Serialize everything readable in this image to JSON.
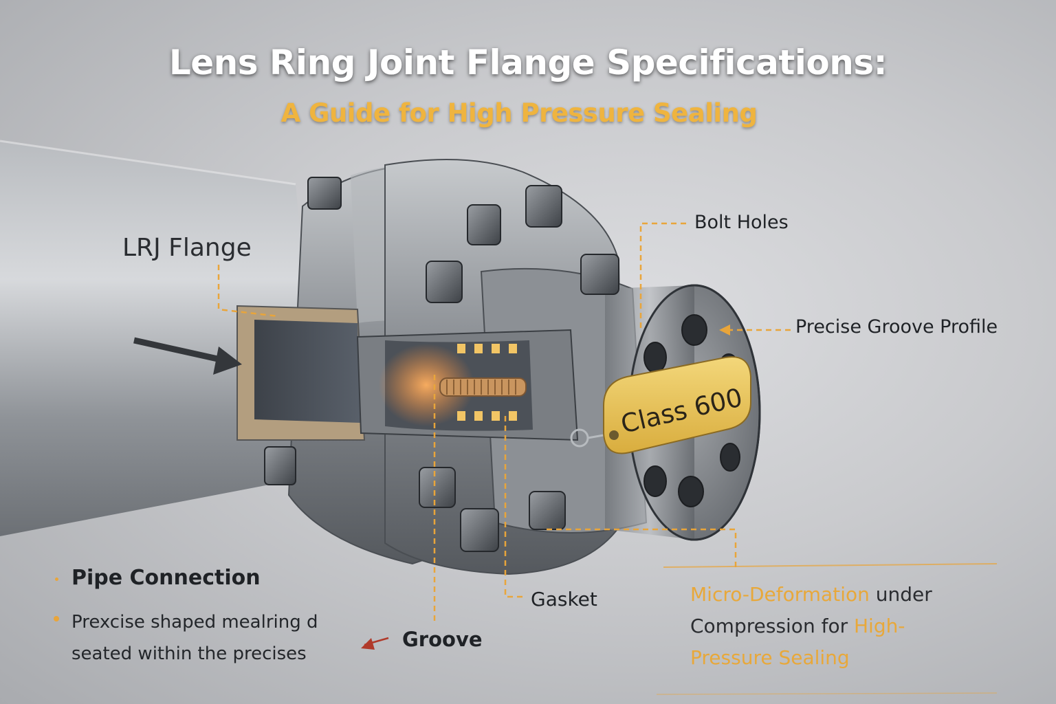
{
  "header": {
    "title": "Lens Ring Joint Flange Specifications:",
    "subtitle": "A Guide for High Pressure Sealing"
  },
  "labels": {
    "lrj_flange": "LRJ Flange",
    "bolt_holes": "Bolt Holes",
    "groove_profile": "Precise Groove Profile",
    "gasket": "Gasket",
    "groove": "Groove",
    "badge": "Class 600"
  },
  "notes": {
    "pipe_connection": "Pipe Connection",
    "description_line1": "Prexcise shaped mealring d",
    "description_line2": "seated within the precises",
    "micro_part1": "Micro-Deformation",
    "micro_part2": " under",
    "micro_part3": "Compression for ",
    "micro_part4": "High-",
    "micro_part5": "Pressure Sealing"
  },
  "colors": {
    "accent": "#efb43f",
    "leader": "#e9a53a",
    "steel": "#8e9297",
    "badge": "#e8c25a"
  },
  "icons": [
    "arrow-icon",
    "bolt-icon",
    "flange-icon",
    "pipe-icon",
    "gasket-icon",
    "badge-tag-icon"
  ]
}
